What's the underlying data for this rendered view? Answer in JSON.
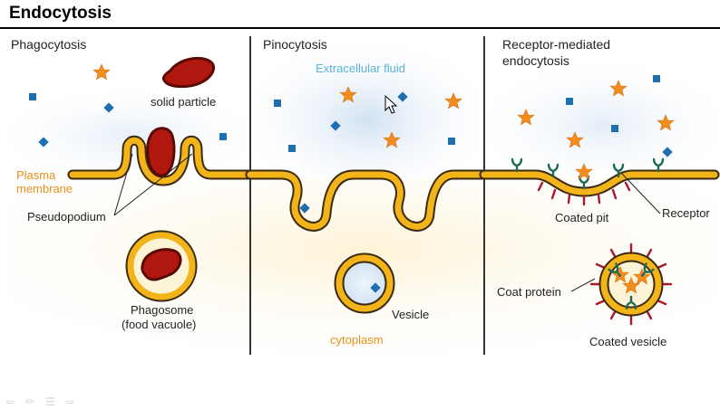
{
  "title": "Endocytosis",
  "panels": {
    "phagocytosis": {
      "heading": "Phagocytosis",
      "solid_particle": "solid particle",
      "plasma_membrane_line1": "Plasma",
      "plasma_membrane_line2": "membrane",
      "pseudopodium": "Pseudopodium",
      "phagosome_line1": "Phagosome",
      "phagosome_line2": "(food vacuole)"
    },
    "pinocytosis": {
      "heading": "Pinocytosis",
      "extracellular_fluid": "Extracellular fluid",
      "vesicle": "Vesicle",
      "cytoplasm": "cytoplasm"
    },
    "receptor_mediated": {
      "heading_line1": "Receptor-mediated",
      "heading_line2": "endocytosis",
      "coated_pit": "Coated pit",
      "receptor": "Receptor",
      "coat_protein": "Coat protein",
      "coated_vesicle": "Coated vesicle"
    }
  },
  "colors": {
    "membrane": "#f3b41a",
    "membrane_outline": "#3a2a10",
    "particle": "#b0170f",
    "particle_outline": "#5a0a05",
    "solute": "#1f6eb0",
    "ligand": "#f28c1f",
    "receptor": "#1f6a52",
    "coat_protein": "#a8182a",
    "extracellular_tint": "#dce9f5",
    "cytoplasm_tint": "#fdf6e0"
  },
  "icons": [
    "mouse-cursor-icon",
    "previous-slide-icon",
    "pen-icon",
    "menu-icon",
    "next-slide-icon"
  ]
}
